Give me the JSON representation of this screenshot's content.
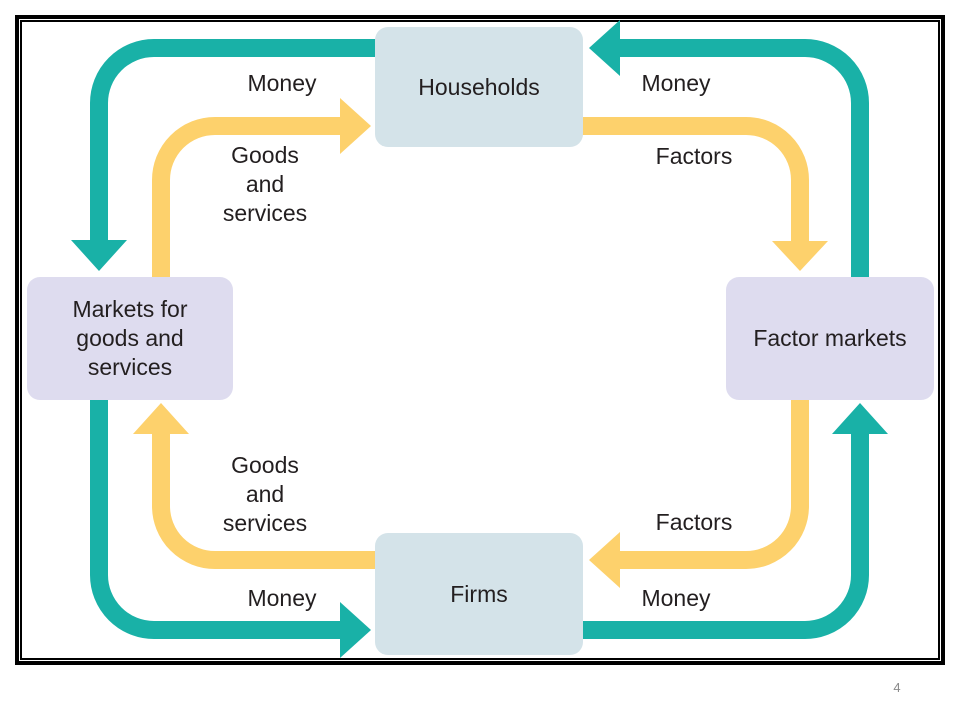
{
  "slide": {
    "page_number": "4"
  },
  "colors": {
    "money_flow": "#19b1a7",
    "goods_and_factor_flow": "#fdd16c",
    "households_firms_box": "#d4e3e9",
    "markets_box": "#dedcef"
  },
  "nodes": {
    "households": {
      "label": "Households"
    },
    "goods_markets": {
      "lines": [
        "Markets for",
        "goods and",
        "services"
      ]
    },
    "factor_markets": {
      "label": "Factor markets"
    },
    "firms": {
      "label": "Firms"
    }
  },
  "flows": {
    "money_households_to_goods_markets": {
      "label": "Money"
    },
    "goods_markets_to_households": {
      "lines": [
        "Goods",
        "and",
        "services"
      ]
    },
    "factors_households_to_factor_markets": {
      "label": "Factors"
    },
    "money_factor_markets_to_households": {
      "label": "Money"
    },
    "goods_firms_to_goods_markets": {
      "lines": [
        "Goods",
        "and",
        "services"
      ]
    },
    "factors_factor_markets_to_firms": {
      "label": "Factors"
    },
    "money_goods_markets_to_firms": {
      "label": "Money"
    },
    "money_firms_to_factor_markets": {
      "label": "Money"
    }
  }
}
